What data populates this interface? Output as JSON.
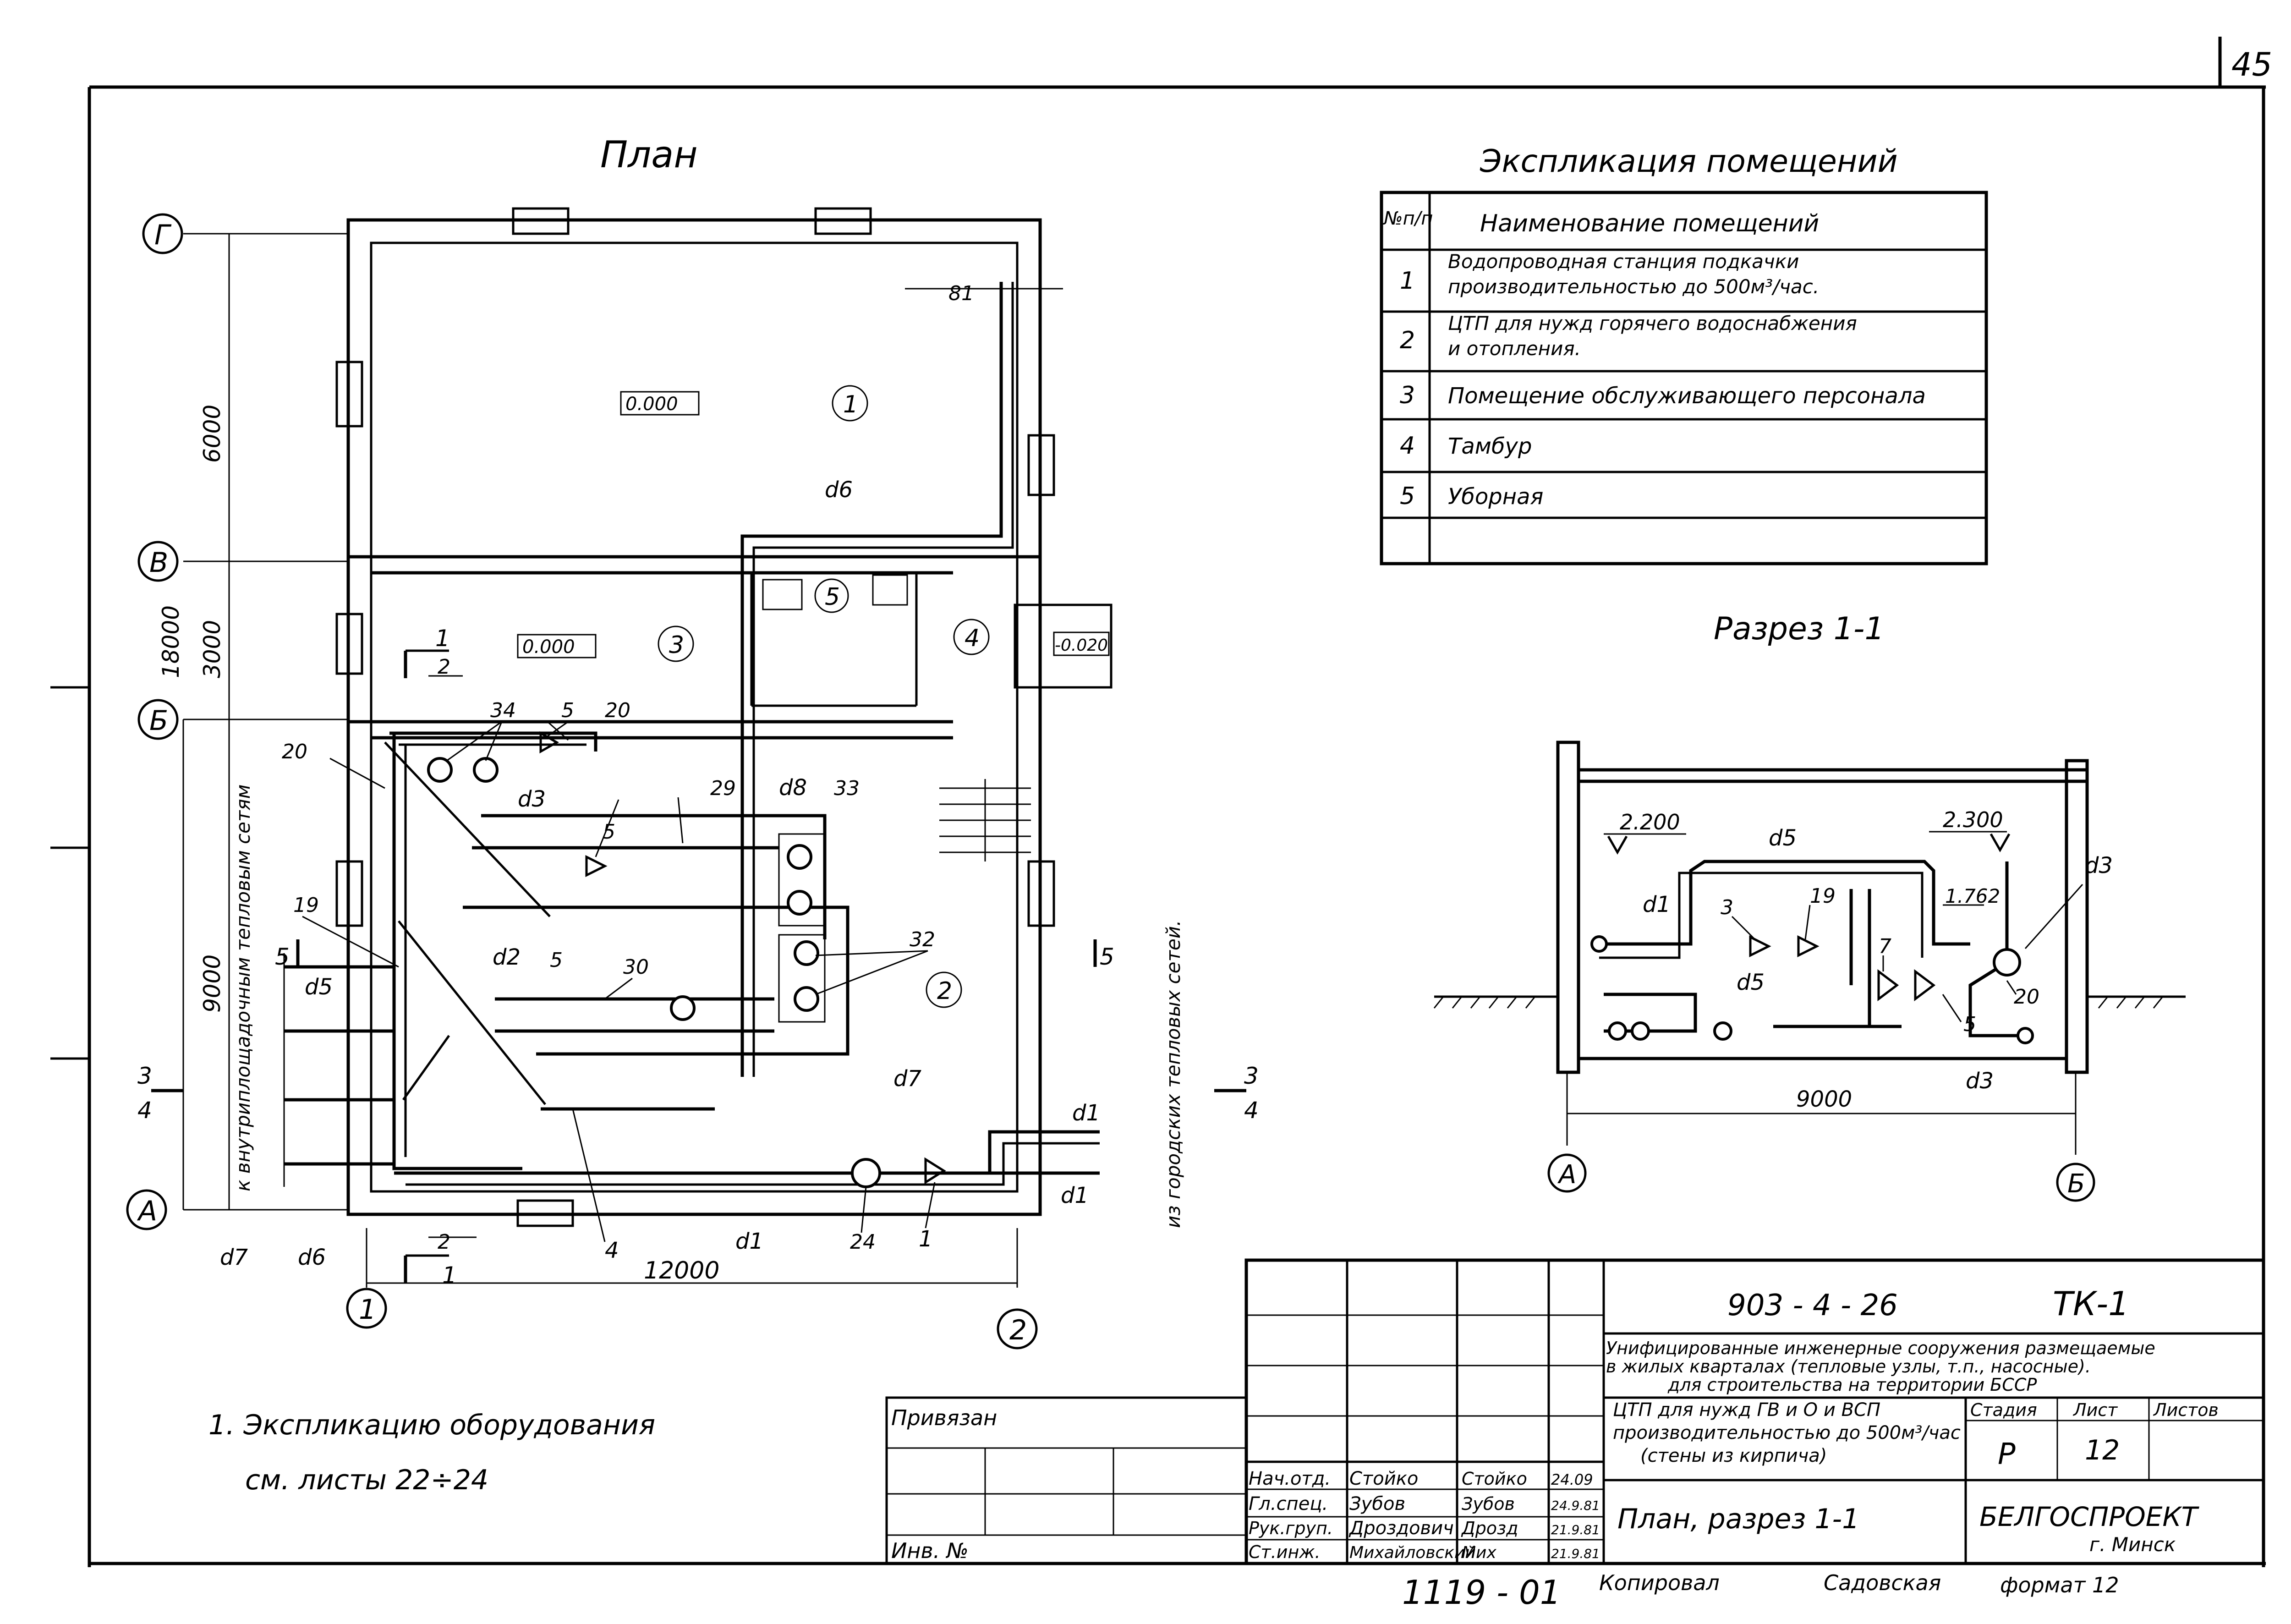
{
  "page_number": "45",
  "plan": {
    "title": "План",
    "axes": [
      "Г",
      "В",
      "Б",
      "А",
      "1",
      "2"
    ],
    "dimensions": {
      "d6000": "6000",
      "d3000": "3000",
      "d9000": "9000",
      "d18000": "18000",
      "d12000": "12000"
    },
    "levels": [
      "0.000",
      "0.000",
      "-0.020"
    ],
    "rooms": [
      "1",
      "2",
      "3",
      "4",
      "5"
    ],
    "pipe_labels": [
      "d6",
      "d3",
      "d8",
      "d2",
      "d5",
      "d7",
      "d7",
      "d6",
      "d1",
      "d1",
      "d1"
    ],
    "callouts": [
      "81",
      "34",
      "5",
      "20",
      "20",
      "33",
      "29",
      "5",
      "5",
      "19",
      "32",
      "30",
      "4",
      "24",
      "1"
    ],
    "section_marks": [
      "1",
      "2",
      "2",
      "1",
      "5",
      "5",
      "3",
      "4",
      "3",
      "4"
    ],
    "note_left": "к внутриплощадочным тепловым сетям",
    "note_right": "из городских тепловых сетей."
  },
  "explication": {
    "title": "Экспликация   помещений",
    "col_no": "№п/п",
    "col_name": "Наименование  помещений",
    "rows": [
      {
        "no": "1",
        "line1": "Водопроводная  станция  подкачки",
        "line2": "производительностью  до 500м³/час."
      },
      {
        "no": "2",
        "line1": "ЦТП для  нужд  горячего водоснабжения",
        "line2": "и  отопления."
      },
      {
        "no": "3",
        "line1": "Помещение обслуживающего персонала",
        "line2": ""
      },
      {
        "no": "4",
        "line1": "Тамбур",
        "line2": ""
      },
      {
        "no": "5",
        "line1": "Уборная",
        "line2": ""
      }
    ]
  },
  "section": {
    "title": "Разрез  1-1",
    "levels": [
      "2.200",
      "2.300",
      "1.762"
    ],
    "pipe_labels": [
      "d5",
      "d1",
      "d5",
      "d3",
      "d3"
    ],
    "callouts": [
      "3",
      "19",
      "7",
      "5",
      "20"
    ],
    "dim": "9000",
    "axes": [
      "А",
      "Б"
    ]
  },
  "note": {
    "line1": "1. Экспликацию  оборудования",
    "line2": "см.  листы  22÷24"
  },
  "title_block": {
    "code": "903 - 4 - 26",
    "sheet_code": "ТК-1",
    "description": [
      "Унифицированные инженерные сооружения размещаемые",
      "в жилых кварталах (тепловые узлы, т.п., насосные).",
      "для  строительства  на территории  БССР"
    ],
    "object": [
      "ЦТП для нужд ГВ и О и ВСП",
      "производительностью до 500м³/час",
      "(стены из кирпича)"
    ],
    "stage_header": "Стадия",
    "sheet_header": "Лист",
    "sheets_header": "Листов",
    "stage": "Р",
    "sheet": "12",
    "drawing_name": "План,  разрез 1-1",
    "org": "БЕЛГОСПРОЕКТ",
    "city": "г. Минск",
    "privyazan": "Привязан",
    "inv": "Инв. №",
    "roles": [
      {
        "role": "Нач.отд.",
        "name": "Стойко",
        "sign": "Стойко",
        "date": "24.09"
      },
      {
        "role": "Гл.спец.",
        "name": "Зубов",
        "sign": "Зубов",
        "date": "24.9.81"
      },
      {
        "role": "Рук.груп.",
        "name": "Дроздович",
        "sign": "Дрозд",
        "date": "21.9.81"
      },
      {
        "role": "Ст.инж.",
        "name": "Михайловский",
        "sign": "Мих",
        "date": "21.9.81"
      }
    ]
  },
  "footer": {
    "number": "1119 - 01",
    "copied_label": "Копировал",
    "copied_name": "Садовская",
    "format": "формат 12"
  }
}
